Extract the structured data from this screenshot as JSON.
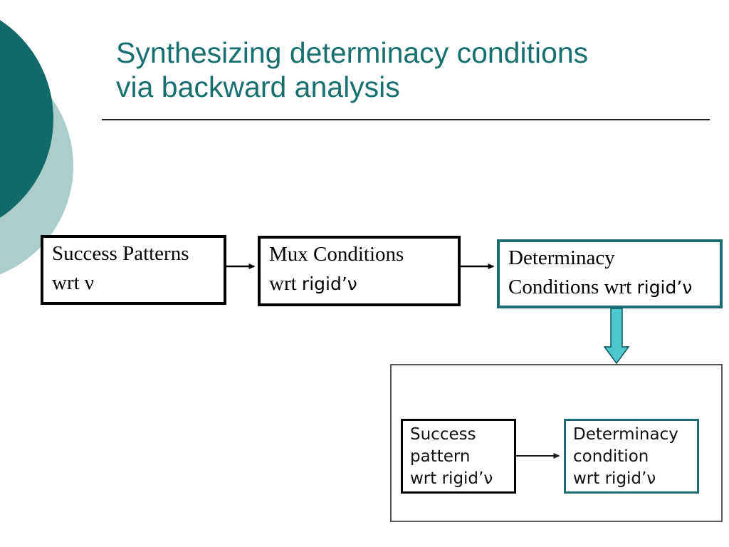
{
  "slide": {
    "title_line1": "Synthesizing determinacy conditions",
    "title_line2": "via backward analysis"
  },
  "colors": {
    "accent_teal": "#17706e",
    "teal_border": "#1b6f70",
    "dark_circle": "#126969",
    "light_circle": "#abcecb",
    "block_arrow_fill": "#4cc7ce",
    "box_border_black": "#000000",
    "container_border_gray": "#595959"
  },
  "diagram": {
    "flow_boxes": [
      {
        "line1": "Success Patterns",
        "line2_prefix": "wrt ",
        "line2_var": "ν",
        "border": "black"
      },
      {
        "line1": "Mux Conditions",
        "line2_prefix": "wrt ",
        "line2_var": "rigid’ν",
        "border": "black"
      },
      {
        "line1": "Determinacy",
        "line2_prefix": "Conditions wrt ",
        "line2_var": "rigid’ν",
        "border": "teal"
      }
    ],
    "detail_boxes": [
      {
        "lines": [
          "Success",
          "pattern",
          "wrt rigid’ν"
        ],
        "border": "black"
      },
      {
        "lines": [
          "Determinacy",
          "condition",
          "wrt rigid’ν"
        ],
        "border": "teal"
      }
    ]
  }
}
